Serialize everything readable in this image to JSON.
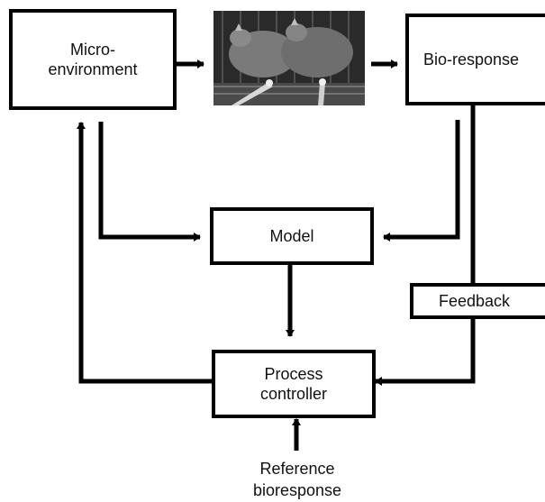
{
  "nodes": {
    "micro_environment": "Micro-\nenvironment",
    "bio_response": "Bio-response",
    "model": "Model",
    "feedback": "Feedback",
    "process_controller": "Process\ncontroller",
    "reference_bioresponse": "Reference\nbioresponse"
  },
  "photo": {
    "subject": "hens-in-cage-photo"
  }
}
